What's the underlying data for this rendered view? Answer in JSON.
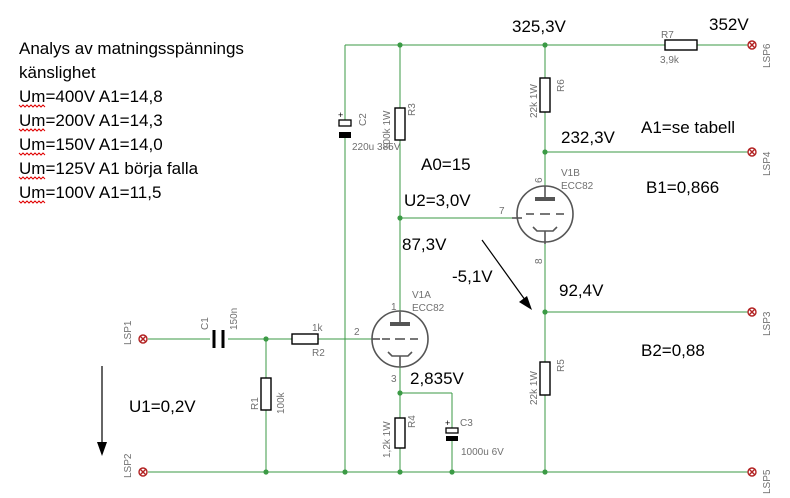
{
  "analysis": {
    "heading_line1": "Analys av matningsspännings",
    "heading_line2": "känslighet",
    "rows": [
      "Um=400V A1=14,8",
      "Um=200V A1=14,3",
      "Um=150V A1=14,0",
      "Um=125V A1 börja falla",
      "Um=100V A1=11,5"
    ]
  },
  "annotations": {
    "v_top": "325,3V",
    "v_supply": "352V",
    "v_anode_b": "232,3V",
    "a1": "A1=se tabell",
    "a0": "A0=15",
    "b1": "B1=0,866",
    "u2": "U2=3,0V",
    "v_anode_a": "87,3V",
    "v_grid_b": "-5,1V",
    "v_cathode_b": "92,4V",
    "b2": "B2=0,88",
    "u1": "U1=0,2V",
    "v_cathode_a": "2,835V"
  },
  "components": {
    "r7": {
      "name": "R7",
      "value": "3,9k"
    },
    "r6": {
      "name": "R6",
      "value": "22k 1W"
    },
    "r3": {
      "name": "R3",
      "value": "100k 1W"
    },
    "c2": {
      "name": "C2",
      "value": "220u 385V"
    },
    "c1": {
      "name": "C1",
      "value": "150n"
    },
    "r2": {
      "name": "R2",
      "value": "1k"
    },
    "r1": {
      "name": "R1",
      "value": "100k"
    },
    "r4": {
      "name": "R4",
      "value": "1,2k 1W"
    },
    "c3": {
      "name": "C3",
      "value": "1000u 6V"
    },
    "r5": {
      "name": "R5",
      "value": "22k 1W"
    },
    "v1a": {
      "name": "V1A",
      "type": "ECC82"
    },
    "v1b": {
      "name": "V1B",
      "type": "ECC82"
    }
  },
  "connectors": {
    "lsp1": "LSP1",
    "lsp2": "LSP2",
    "lsp3": "LSP3",
    "lsp4": "LSP4",
    "lsp5": "LSP5",
    "lsp6": "LSP6"
  },
  "pins": {
    "v1a_grid": "2",
    "v1a_anode": "1",
    "v1a_cathode": "3",
    "v1b_grid": "7",
    "v1b_anode": "6",
    "v1b_cathode": "8"
  },
  "colors": {
    "wire": "#3b9a45",
    "component": "#000000",
    "connector": "#b22222",
    "label": "#707070"
  }
}
